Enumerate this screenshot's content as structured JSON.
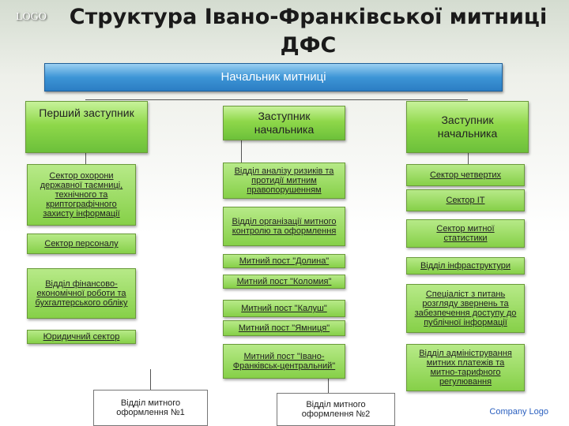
{
  "logo": "LOGO",
  "title_line1": "Структура Івано-Франківської митниці",
  "title_line2": "ДФС",
  "head": "Начальник митниці",
  "deputies": {
    "first": "Перший заступник",
    "second": "Заступник начальника",
    "third": "Заступник начальника"
  },
  "left_units": [
    "Сектор охорони державної таємниці, технічного та криптографічного захисту інформації",
    "Сектор персоналу",
    "Відділ фінансово-економічної роботи та бухгалтерського обліку",
    "Юридичний сектор"
  ],
  "left_bottom": "Відділ митного оформлення №1",
  "middle_units": [
    "Відділ аналізу ризиків та протидії митним правопорушенням",
    "Відділ організації митного контролю та оформлення",
    "Митний пост \"Долина\"",
    "Митний пост \"Коломия\"",
    "Митний пост \"Калуш\"",
    "Митний пост \"Ямниця\"",
    "Митний пост \"Івано-Франківськ-центральний\""
  ],
  "middle_bottom": "Відділ митного оформлення №2",
  "right_units": [
    "Сектор четвертих",
    "Сектор IT",
    "Сектор митної статистики",
    "Відділ інфраструктури",
    "Спеціаліст з питань розгляду звернень та забезпечення доступу до публічної інформації",
    "Відділ адміністрування митних платежів та митно-тарифного регулювання"
  ],
  "company_logo": "Company Logo"
}
